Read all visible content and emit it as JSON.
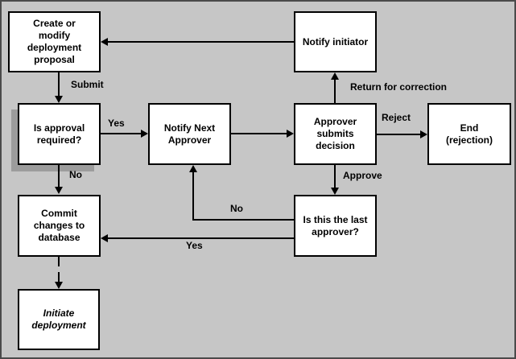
{
  "diagram": {
    "type": "flowchart",
    "nodes": {
      "create_proposal": {
        "label": "Create or\nmodify\ndeployment\nproposal"
      },
      "notify_initiator": {
        "label": "Notify initiator"
      },
      "approval_required": {
        "label": "Is approval\nrequired?"
      },
      "notify_next_approver": {
        "label": "Notify Next\nApprover"
      },
      "approver_submits": {
        "label": "Approver\nsubmits\ndecision"
      },
      "end_rejection": {
        "label": "End\n(rejection)"
      },
      "commit_changes": {
        "label": "Commit\nchanges to\ndatabase"
      },
      "last_approver": {
        "label": "Is this the last\napprover?"
      },
      "initiate_deployment": {
        "label": "Initiate\ndeployment"
      }
    },
    "edge_labels": {
      "submit": "Submit",
      "approval_yes": "Yes",
      "approval_no": "No",
      "return_for_correction": "Return for correction",
      "reject": "Reject",
      "approve": "Approve",
      "last_no": "No",
      "last_yes": "Yes"
    },
    "colors": {
      "background": "#c6c6c6",
      "frame_border": "#4a4a4a",
      "node_fill": "#ffffff",
      "node_border": "#000000",
      "decision_shadow": "#9c9c9c",
      "line": "#000000"
    }
  }
}
